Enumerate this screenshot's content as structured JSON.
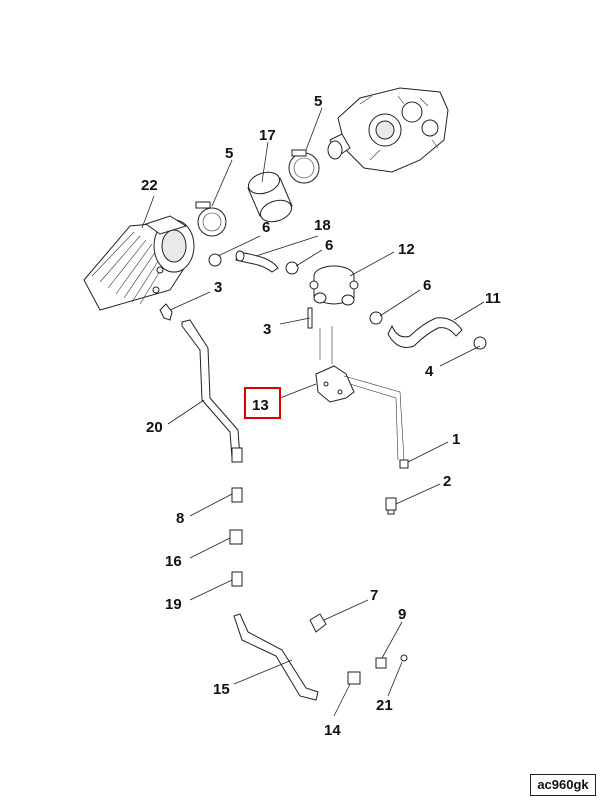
{
  "diagram": {
    "highlighted_part": "13",
    "reference_code": "ac960gk",
    "labels": {
      "p1": "1",
      "p2": "2",
      "p3a": "3",
      "p3b": "3",
      "p4": "4",
      "p5a": "5",
      "p5b": "5",
      "p6a": "6",
      "p6b": "6",
      "p6c": "6",
      "p7": "7",
      "p8": "8",
      "p9": "9",
      "p11": "11",
      "p12": "12",
      "p13": "13",
      "p14": "14",
      "p15": "15",
      "p16": "16",
      "p17": "17",
      "p18": "18",
      "p19": "19",
      "p20": "20",
      "p21": "21",
      "p22": "22"
    }
  }
}
